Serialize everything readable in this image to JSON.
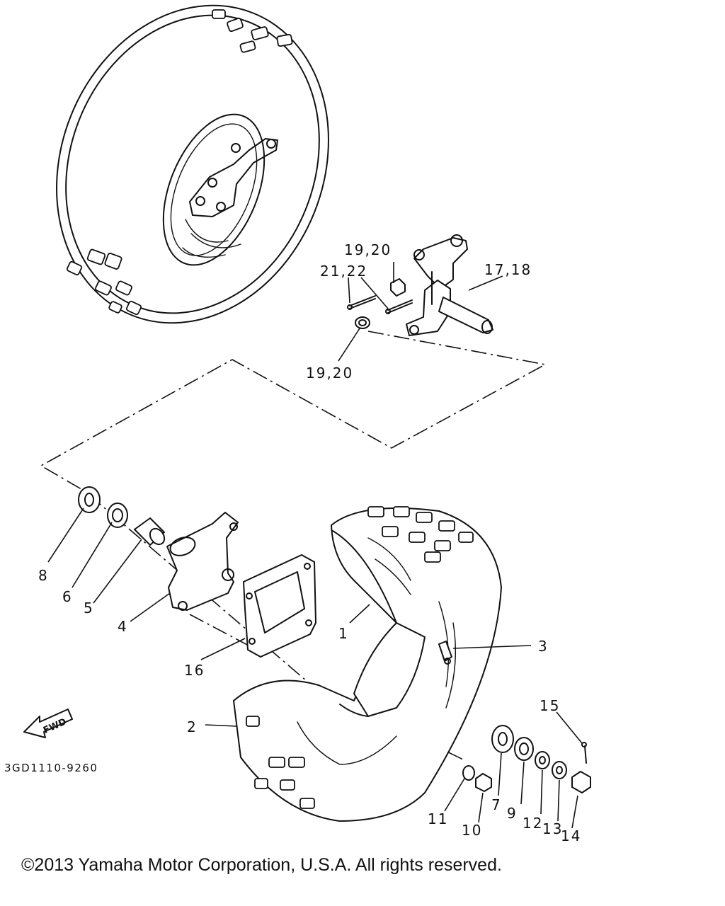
{
  "labels": {
    "p1": "1",
    "p2": "2",
    "p3": "3",
    "p4": "4",
    "p5": "5",
    "p6": "6",
    "p7": "7",
    "p8": "8",
    "p9": "9",
    "p10": "10",
    "p11": "11",
    "p12": "12",
    "p13": "13",
    "p14": "14",
    "p15": "15",
    "p16": "16",
    "p17_18": "17,18",
    "p19_20_top": "19,20",
    "p19_20_bottom": "19,20",
    "p21_22": "21,22"
  },
  "fwd_arrow": {
    "text": "FWD",
    "icon": "fwd-arrow-icon"
  },
  "diagram_code": "3GD1110-9260",
  "copyright": "©2013 Yamaha Motor Corporation, U.S.A. All rights reserved."
}
